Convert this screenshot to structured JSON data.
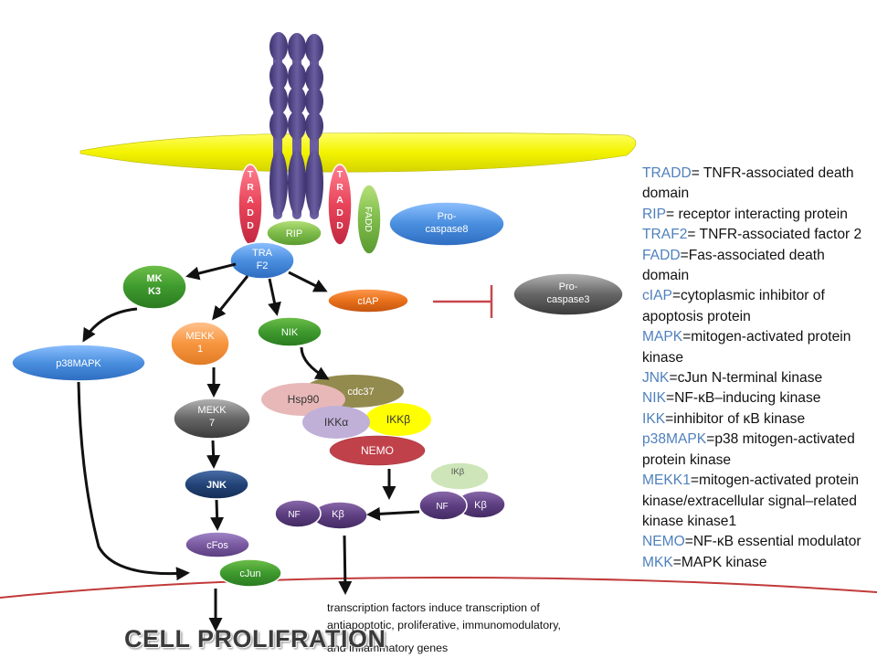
{
  "nodes": {
    "tradd_left": "TRADD",
    "tradd_right": "TRADD",
    "fadd": "FADD",
    "rip": "RIP",
    "procaspase8": [
      "Pro-",
      "caspase8"
    ],
    "traf2": [
      "TRA",
      "F2"
    ],
    "mkk3": [
      "MK",
      "K3"
    ],
    "p38mapk": "p38MAPK",
    "mekk1": [
      "MEKK",
      "1"
    ],
    "nik": "NIK",
    "ciap": "cIAP",
    "procaspase3": [
      "Pro-",
      "caspase3"
    ],
    "mekk7": [
      "MEKK",
      "7"
    ],
    "cdc37": "cdc37",
    "hsp90": "Hsp90",
    "ikk_alpha": "IKKα",
    "ikk_beta": "IKKβ",
    "nemo": "NEMO",
    "jnk": "JNK",
    "cfos": "cFos",
    "cjun": "cJun",
    "nf_left": "NF",
    "kb_left": "Kβ",
    "ikb": "IKβ",
    "nf_right": "NF",
    "kb_right": "Kβ"
  },
  "legend": [
    {
      "term": "TRADD",
      "def": "= TNFR-associated death domain"
    },
    {
      "term": "RIP",
      "def": "= receptor interacting protein"
    },
    {
      "term": "TRAF2",
      "def": "= TNFR-associated factor 2"
    },
    {
      "term": "FADD",
      "def": "=Fas-associated death domain"
    },
    {
      "term": "cIAP",
      "def": "=cytoplasmic inhibitor of apoptosis protein"
    },
    {
      "term": "MAPK",
      "def": "=mitogen-activated protein kinase"
    },
    {
      "term": "JNK",
      "def": "=cJun N-terminal kinase"
    },
    {
      "term": "NIK",
      "def": "=NF-κB–inducing kinase"
    },
    {
      "term": "IKK",
      "def": "=inhibitor of κB kinase"
    },
    {
      "term": "p38MAPK",
      "def": "=p38 mitogen-activated protein kinase"
    },
    {
      "term": "MEKK1",
      "def": "=mitogen-activated protein kinase/extracellular signal–related kinase kinase1"
    },
    {
      "term": "NEMO",
      "def": "=NF-κB essential modulator"
    },
    {
      "term": "MKK",
      "def": "=MAPK kinase"
    }
  ],
  "caption": {
    "line1": "transcription factors induce transcription of",
    "line2": "antiapoptotic, proliferative, immunomodulatory,",
    "line3": "and inflammatory genes"
  },
  "title": "CELL PROLIFRATION",
  "colors": {
    "membrane": "#f3f300",
    "receptor": "#5b4e8f",
    "tradd": "#e8445a",
    "green": "#7dbb4a",
    "blue": "#4a8fdf",
    "orange": "#e8701a",
    "gray": "#666666",
    "navy": "#234478",
    "purple": "#7a5aa0",
    "nemo": "#c0414a",
    "yellow": "#ffff00",
    "olive": "#938a4e",
    "pink": "#e8b8b8",
    "nucleus": "#c23a3a",
    "inhibit": "#c8474d"
  }
}
